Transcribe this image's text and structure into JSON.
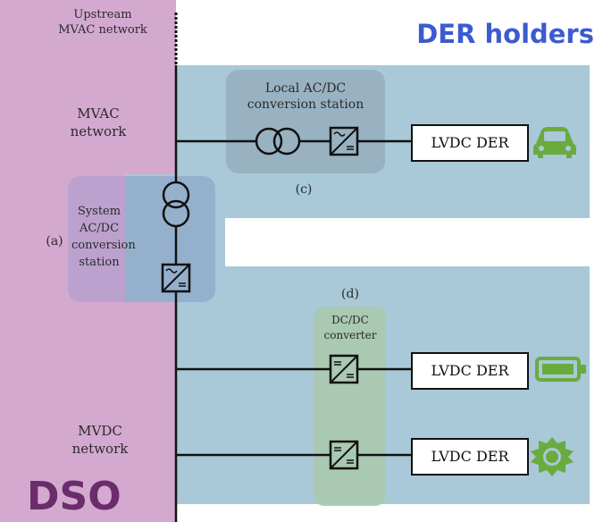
{
  "title": "DER holders",
  "operator": "DSO",
  "networks": {
    "upstream": "Upstream MVAC network",
    "mvac": "MVAC network",
    "mvdc": "MVDC network"
  },
  "stations": {
    "local": "Local AC/DC conversion station",
    "system": "System AC/DC conversion station",
    "dcdc": "DC/DC converter"
  },
  "markers": {
    "a": "(a)",
    "c": "(c)",
    "d": "(d)"
  },
  "der_boxes": [
    "LVDC DER",
    "LVDC DER",
    "LVDC DER"
  ],
  "icons": {
    "car": "car-icon",
    "battery": "battery-icon",
    "sun": "sun-icon",
    "color": "#6aab3e"
  },
  "colors": {
    "dso_region": "#d4a9d0",
    "der_region": "#a9c8d8",
    "der_holders_text": "#3d5bd0",
    "dso_text": "#6b2c6b"
  }
}
